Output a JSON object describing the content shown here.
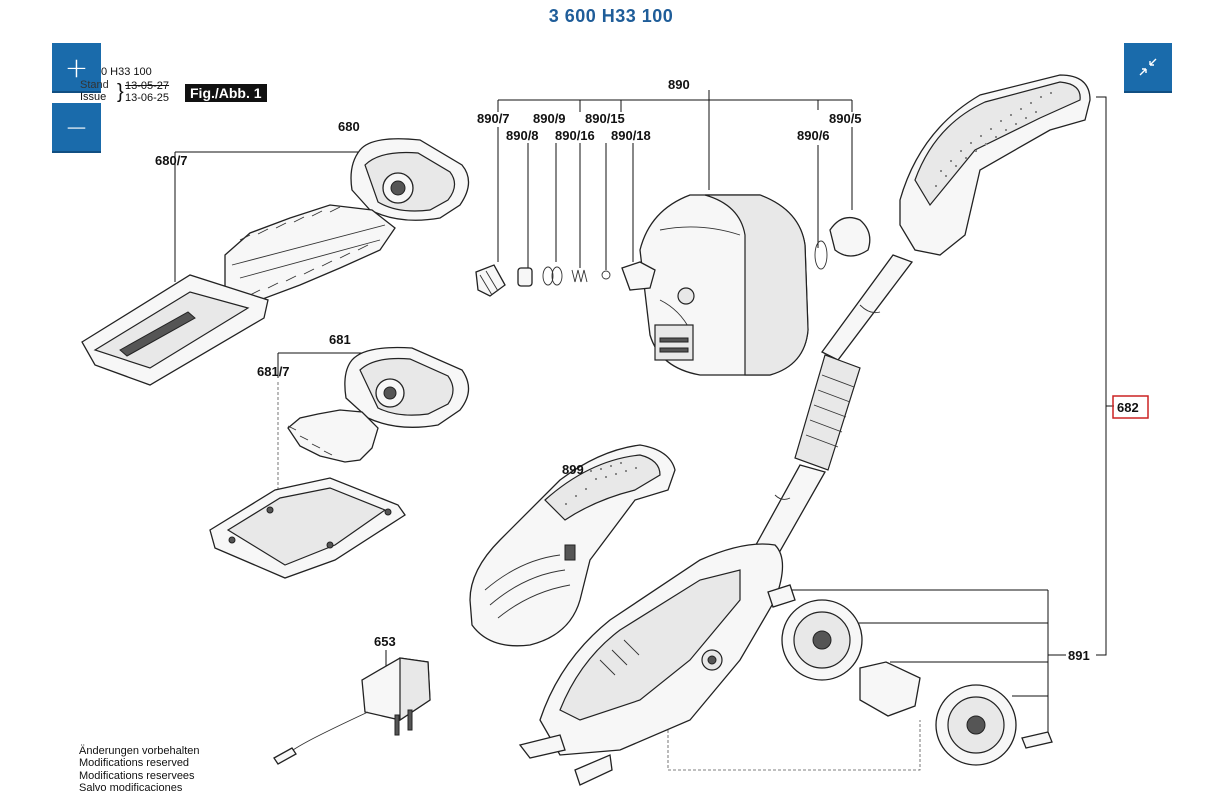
{
  "page_title": "3 600 H33 100",
  "header": {
    "part_number_partial": "0 H33 100",
    "stand_label": "Stand",
    "stand_date": "13-05-27",
    "issue_label": "Issue",
    "issue_date": "13-06-25",
    "figure_badge": "Fig./Abb. 1"
  },
  "controls": {
    "zoom_in": "+",
    "zoom_out": "−"
  },
  "part_labels": {
    "p680": "680",
    "p680_7": "680/7",
    "p681": "681",
    "p681_7": "681/7",
    "p653": "653",
    "p899": "899",
    "p890": "890",
    "p890_7": "890/7",
    "p890_8": "890/8",
    "p890_9": "890/9",
    "p890_16": "890/16",
    "p890_15": "890/15",
    "p890_18": "890/18",
    "p890_6": "890/6",
    "p890_5": "890/5",
    "p682": "682",
    "p891": "891"
  },
  "notes": [
    "Änderungen vorbehalten",
    "Modifications reserved",
    "Modifications reservees",
    "Salvo modificaciones"
  ],
  "colors": {
    "accent_blue": "#1a6bab",
    "title_blue": "#1f5d99",
    "highlight_red": "#cc2222"
  },
  "icons": {
    "zoom_in": "plus-icon",
    "zoom_out": "minus-icon",
    "fullscreen": "collapse-arrows-icon"
  }
}
